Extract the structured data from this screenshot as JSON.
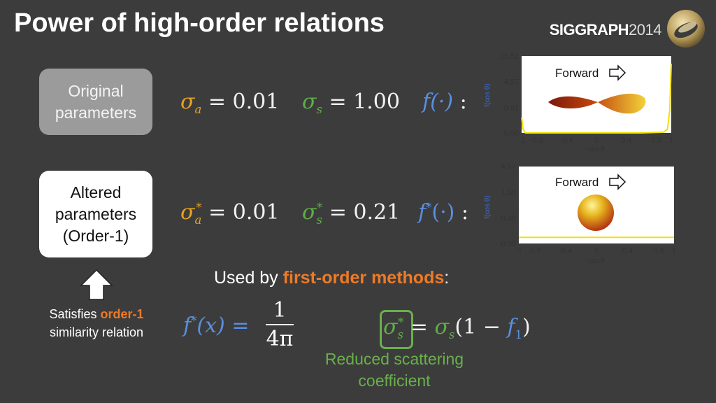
{
  "title": "Power of high-order relations",
  "logo": {
    "brand": "SIGGRAPH",
    "year": "2014"
  },
  "original_box": {
    "line1": "Original",
    "line2": "parameters"
  },
  "altered_box": {
    "line1": "Altered",
    "line2": "parameters",
    "line3": "(Order-1)"
  },
  "original_eq": {
    "sigma_a": "σ",
    "sigma_a_sub": "a",
    "sigma_a_val": "= 0.01",
    "sigma_s": "σ",
    "sigma_s_sub": "s",
    "sigma_s_val": "= 1.00",
    "f_label": "f(·)",
    "colon": ":"
  },
  "altered_eq": {
    "sigma_a": "σ",
    "sigma_a_sub": "a",
    "sigma_a_sup": "*",
    "sigma_a_val": "= 0.01",
    "sigma_s": "σ",
    "sigma_s_sub": "s",
    "sigma_s_sup": "*",
    "sigma_s_val": "= 0.21",
    "f_label": "f",
    "f_sup": "*",
    "f_arg": "(·)",
    "colon": ":"
  },
  "used_by": {
    "prefix": "Used by ",
    "highlight": "first-order methods",
    "suffix": ":"
  },
  "satisfies": {
    "prefix": "Satisfies ",
    "highlight": "order-1",
    "line2": "similarity relation"
  },
  "formula_left": {
    "lhs": "f",
    "lhs_sup": "*",
    "lhs_arg": "(x) =",
    "numerator": "1",
    "denominator": "4π"
  },
  "formula_right": {
    "sigma": "σ",
    "sigma_sub": "s",
    "sigma_sup": "*",
    "eq": "=",
    "rhs_sigma": "σ",
    "rhs_sub": "s",
    "rhs_open": "(1 −",
    "f1": "f",
    "f1_sub": "1",
    "rhs_close": ")"
  },
  "reduced": {
    "line1": "Reduced scattering",
    "line2": "coefficient"
  },
  "chart_data": [
    {
      "type": "line",
      "y_axis_label": "f(cos θ)",
      "x_axis_label": "cos θ",
      "y_ticks": [
        "31.51",
        "4.57",
        "0.91",
        "0.00"
      ],
      "x_ticks": [
        "-1",
        "-0.8",
        "-0.4",
        "0",
        "0.4",
        "0.8",
        "1"
      ],
      "x_tick_positions": [
        -1,
        -0.8,
        -0.4,
        0,
        0.4,
        0.8,
        1
      ],
      "annotation": "Forward",
      "x": [
        -1,
        -0.98,
        -0.95,
        -0.9,
        -0.6,
        0,
        0.6,
        0.9,
        0.95,
        0.98,
        1
      ],
      "y": [
        0.2,
        0.05,
        0.0,
        0.0,
        0.0,
        0.0,
        0.0,
        0.01,
        0.05,
        0.3,
        0.9
      ],
      "line_color": "#f2e000"
    },
    {
      "type": "line",
      "y_axis_label": "f(cos θ)",
      "x_axis_label": "cos θ",
      "y_ticks": [
        "4.57",
        "1.58",
        "0.49",
        "0.00"
      ],
      "x_ticks": [
        "-1",
        "-0.8",
        "-0.4",
        "0",
        "0.4",
        "0.8",
        "1"
      ],
      "x_tick_positions": [
        -1,
        -0.8,
        -0.4,
        0,
        0.4,
        0.8,
        1
      ],
      "annotation": "Forward",
      "x": [
        -1,
        1
      ],
      "y": [
        0.08,
        0.08
      ],
      "line_color": "#f2e000"
    }
  ]
}
